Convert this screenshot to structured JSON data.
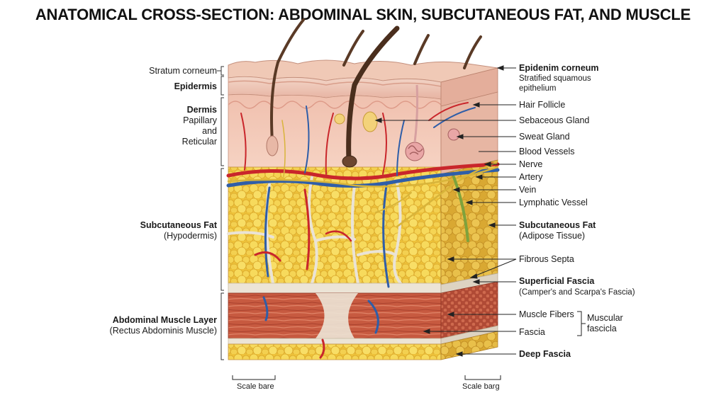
{
  "title": "ANATOMICAL CROSS-SECTION: ABDOMINAL SKIN, SUBCUTANEOUS FAT, AND MUSCLE",
  "left_labels": {
    "stratum_corneum": "Stratum corneum",
    "epidermis": "Epidermis",
    "dermis_title": "Dermis",
    "dermis_l2": "Papillary",
    "dermis_l3": "and",
    "dermis_l4": "Reticular",
    "subcut_title": "Subcutaneous Fat",
    "subcut_sub": "(Hypodermis)",
    "muscle_title": "Abdominal Muscle Layer",
    "muscle_sub": "(Rectus Abdominis Muscle)"
  },
  "right_labels": {
    "epidenim_title": "Epidenim corneum",
    "epidenim_sub1": "Stratified squamous",
    "epidenim_sub2": "epithelium",
    "hair_follicle": "Hair Follicle",
    "sebaceous_gland": "Sebaceous Gland",
    "sweat_gland": "Sweat Gland",
    "blood_vessels": "Blood Vessels",
    "nerve": "Nerve",
    "artery": "Artery",
    "vein": "Vein",
    "lymphatic_vessel": "Lymphatic Vessel",
    "subcut_fat_title": "Subcutaneous Fat",
    "subcut_fat_sub": "(Adipose Tissue)",
    "fibrous_septa": "Fibrous Septa",
    "superficial_fascia_title": "Superficial Fascia",
    "superficial_fascia_sub": "(Camper's and Scarpa's Fascia)",
    "muscle_fibers": "Muscle Fibers",
    "fascia": "Fascia",
    "muscular_fascicle_1": "Muscular",
    "muscular_fascicle_2": "fascicla",
    "deep_fascia": "Deep Fascia"
  },
  "scale_bars": {
    "left": "Scale bare",
    "right": "Scale barg"
  },
  "colors": {
    "epidermis": "#ecc3b3",
    "dermis": "#f2c4b2",
    "fat": "#f2cf3d",
    "fat_light": "#f8e07a",
    "septa": "#ece6da",
    "muscle": "#c7553e",
    "muscle_light": "#dd7a61",
    "artery": "#c9262b",
    "vein": "#2f5ea8",
    "nerve": "#d8b43a",
    "lymph": "#7ea23c",
    "hair": "#5a3a26"
  }
}
